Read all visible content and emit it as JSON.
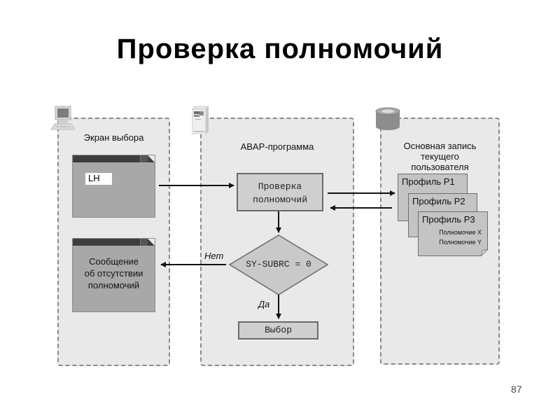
{
  "title": "Проверка полномочий",
  "page_number": "87",
  "panels": {
    "selection_screen": {
      "label": "Экран выбора",
      "icon": "computer-icon",
      "input_value": "LH",
      "message_text": [
        "Сообщение",
        "об отсутствии",
        "полномочий"
      ]
    },
    "abap_program": {
      "label": "ABAP-программа",
      "icon": "server-icon",
      "check_box": [
        "Проверка",
        "полномочий"
      ],
      "decision": "SY-SUBRC = 0",
      "no_label": "Нет",
      "yes_label": "Да",
      "result_box": "Выбор"
    },
    "user_master": {
      "label": [
        "Основная запись",
        "текущего",
        "пользователя"
      ],
      "icon": "database-icon",
      "profiles": [
        {
          "name": "Профиль P1"
        },
        {
          "name": "Профиль P2"
        },
        {
          "name": "Профиль P3",
          "authorizations": [
            "Полномочие X",
            "Полномочие Y"
          ]
        }
      ]
    }
  },
  "colors": {
    "panel_bg": "#e9e9e9",
    "panel_border": "#8a8a8a",
    "window_bg": "#a8a8a8",
    "window_bar": "#3d3d3d",
    "box_bg": "#cfcfcf",
    "profile_bg": "#c4c4c4"
  }
}
